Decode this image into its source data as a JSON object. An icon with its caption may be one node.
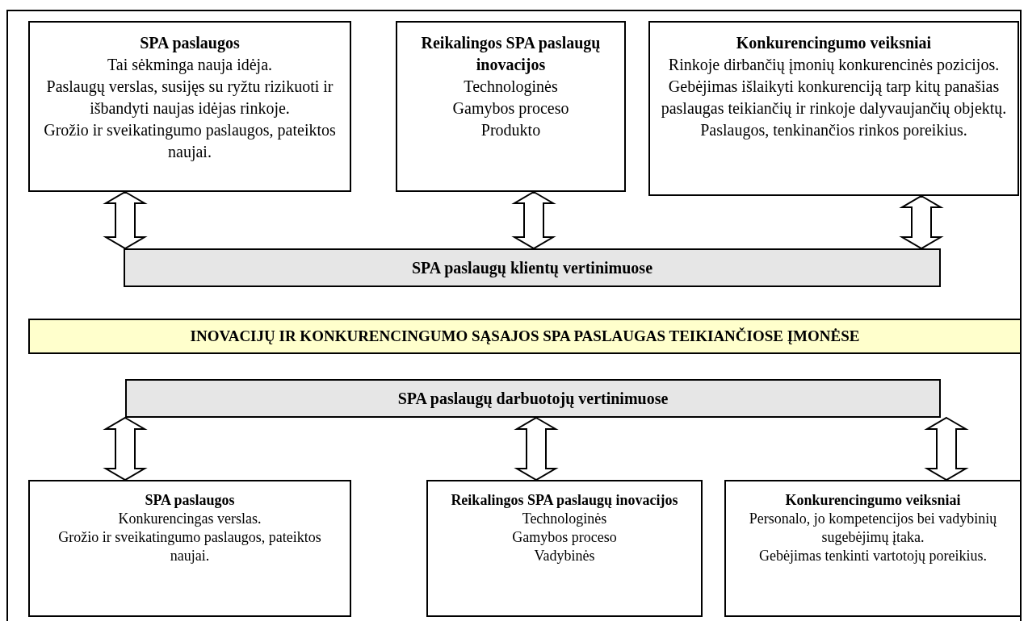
{
  "diagram": {
    "nodes": [
      {
        "text": [
          "SPA paslaugos",
          "Tai sėkminga nauja idėja.",
          "Paslaugų verslas, susijęs su ryžtu rizikuoti ir išbandyti naujas idėjas rinkoje.",
          "Grožio ir sveikatingumo paslaugos, pateiktos naujai."
        ]
      },
      {
        "text": [
          "Reikalingos SPA paslaugų inovacijos",
          "Technologinės",
          "Gamybos proceso",
          "Produkto"
        ]
      },
      {
        "text": [
          "Konkurencingumo veiksniai",
          "Rinkoje dirbančių įmonių konkurencinės pozicijos.",
          "Gebėjimas išlaikyti konkurenciją tarp kitų panašias paslaugas teikiančių ir rinkoje dalyvaujančių objektų.",
          "Paslaugos, tenkinančios rinkos poreikius."
        ]
      },
      {
        "text": [
          "SPA paslaugų klientų vertinimuose"
        ]
      },
      {
        "text": [
          "INOVACIJŲ IR KONKURENCINGUMO SĄSAJOS SPA PASLAUGAS TEIKIANČIOSE ĮMONĖSE"
        ]
      },
      {
        "text": [
          "SPA paslaugų darbuotojų vertinimuose"
        ]
      },
      {
        "text": [
          "SPA paslaugos",
          "Konkurencingas verslas.",
          "Grožio ir sveikatingumo paslaugos, pateiktos naujai."
        ]
      },
      {
        "text": [
          "Reikalingos SPA paslaugų inovacijos",
          "Technologinės",
          "Gamybos proceso",
          "Vadybinės"
        ]
      },
      {
        "text": [
          "Konkurencingumo veiksniai",
          "Personalo, jo kompetencijos bei vadybinių sugebėjimų įtaka.",
          "Gebėjimas tenkinti vartotojų poreikius."
        ]
      }
    ],
    "edges": [
      {
        "from": 0,
        "to": 3,
        "arrow": "both"
      },
      {
        "from": 1,
        "to": 3,
        "arrow": "both"
      },
      {
        "from": 2,
        "to": 3,
        "arrow": "both"
      },
      {
        "from": 5,
        "to": 6,
        "arrow": "both"
      },
      {
        "from": 5,
        "to": 7,
        "arrow": "both"
      },
      {
        "from": 5,
        "to": 8,
        "arrow": "both"
      }
    ]
  }
}
